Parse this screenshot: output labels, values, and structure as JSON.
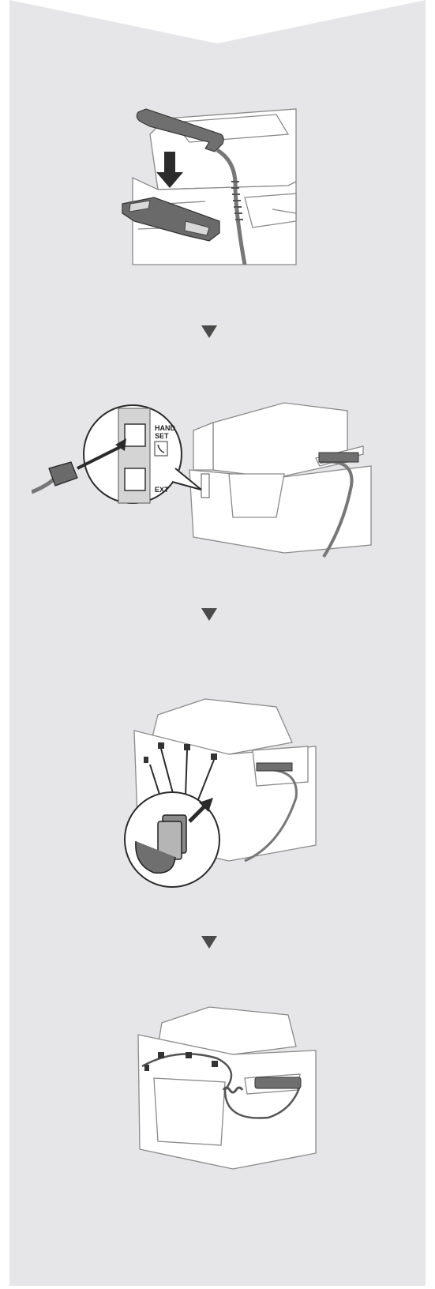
{
  "colors": {
    "panel": "#e6e6e8",
    "line": "#8a8a8a",
    "dark": "#4a4a4a",
    "arrow": "#4a4a4a"
  },
  "icons": [
    "down-arrow-icon",
    "handset-icon",
    "phone-icon",
    "cable-clamp-icon"
  ],
  "jack_labels": {
    "hand": "HAND",
    "set": "SET",
    "ext": "EXT"
  },
  "steps": [
    {
      "name": "handset-placed-on-cradle"
    },
    {
      "name": "handset-cable-connected-to-jack"
    },
    {
      "name": "cable-clamps-attached"
    },
    {
      "name": "cable-routed-through-clamps"
    }
  ]
}
